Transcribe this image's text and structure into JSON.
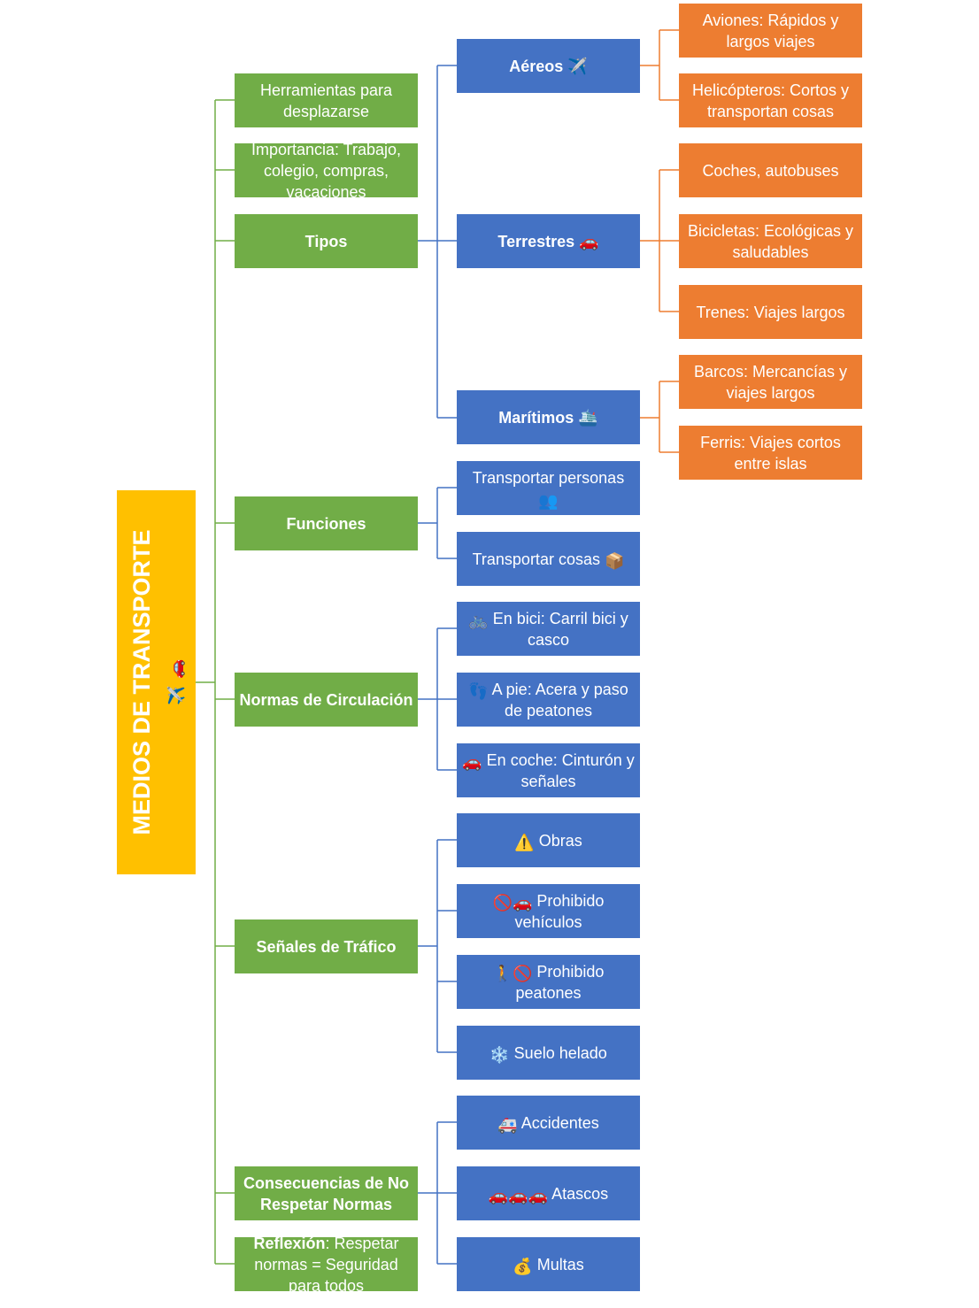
{
  "root": {
    "title": "MEDIOS DE TRANSPORTE",
    "icons": [
      "✈️",
      "🚗"
    ]
  },
  "branches": {
    "herramientas": "Herramientas para desplazarse",
    "importancia": "Importancia: Trabajo, colegio, compras, vacaciones",
    "tipos": "Tipos",
    "funciones": "Funciones",
    "normas": "Normas de Circulación",
    "senales": "Señales de Tráfico",
    "consecuencias": "Consecuencias de No Respetar Normas",
    "reflexion_label": "Reflexión",
    "reflexion_text": ": Respetar normas = Seguridad para todos"
  },
  "tipos": {
    "aereos": {
      "label": "Aéreos",
      "icon": "✈️"
    },
    "terrestres": {
      "label": "Terrestres",
      "icon": "🚗"
    },
    "maritimos": {
      "label": "Marítimos",
      "icon": "🛳️"
    }
  },
  "aereos_items": [
    "Aviones: Rápidos y largos viajes",
    "Helicópteros: Cortos y transportan cosas"
  ],
  "terrestres_items": [
    "Coches, autobuses",
    "Bicicletas: Ecológicas y saludables",
    "Trenes: Viajes largos"
  ],
  "maritimos_items": [
    "Barcos: Mercancías y viajes largos",
    "Ferris: Viajes cortos entre islas"
  ],
  "funciones_items": [
    {
      "label": "Transportar personas",
      "icon": "👥"
    },
    {
      "label": "Transportar cosas",
      "icon": "📦"
    }
  ],
  "normas_items": [
    {
      "icon": "🚲",
      "label": "En bici: Carril bici y casco"
    },
    {
      "icon": "👣",
      "label": "A pie: Acera y paso de peatones"
    },
    {
      "icon": "🚗",
      "label": "En coche: Cinturón y señales"
    }
  ],
  "senales_items": [
    {
      "icon": "⚠️",
      "label": "Obras"
    },
    {
      "icon": "🚫🚗",
      "label": "Prohibido vehículos"
    },
    {
      "icon": "🚶🚫",
      "label": "Prohibido peatones"
    },
    {
      "icon": "❄️",
      "label": "Suelo helado"
    }
  ],
  "consecuencias_items": [
    {
      "icon": "🚑",
      "label": "Accidentes"
    },
    {
      "icon": "🚗🚗🚗",
      "label": "Atascos"
    },
    {
      "icon": "💰",
      "label": "Multas"
    }
  ],
  "colors": {
    "root": "#ffc000",
    "green": "#71ad47",
    "blue": "#4472c4",
    "orange": "#ed7d31"
  }
}
